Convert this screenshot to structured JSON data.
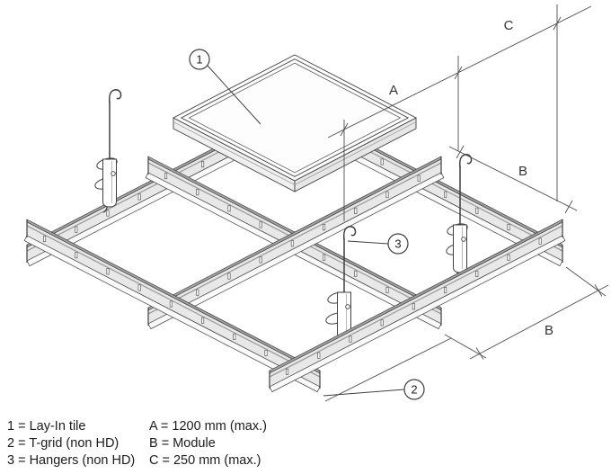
{
  "diagram": {
    "type": "isometric-ceiling-grid-installation",
    "callouts": {
      "tile": "1",
      "tgrid": "2",
      "hangers": "3"
    },
    "dim_labels": {
      "a": "A",
      "b": "B",
      "c": "C"
    },
    "legend": {
      "items_left": [
        "1 = Lay-In tile",
        "2 = T-grid (non HD)",
        "3 = Hangers (non HD)"
      ],
      "items_right": [
        "A = 1200 mm (max.)",
        "B = Module",
        "C = 250 mm (max.)"
      ]
    },
    "colors": {
      "line": "#3f3f3f",
      "dim_line": "#4d4d4d",
      "rail_web": "#e8e8e8",
      "rail_bulb": "#a3a3a3",
      "rail_flange": "#fafafa",
      "tile_face": "#fdfdfd",
      "text": "#1c1c1c"
    }
  }
}
